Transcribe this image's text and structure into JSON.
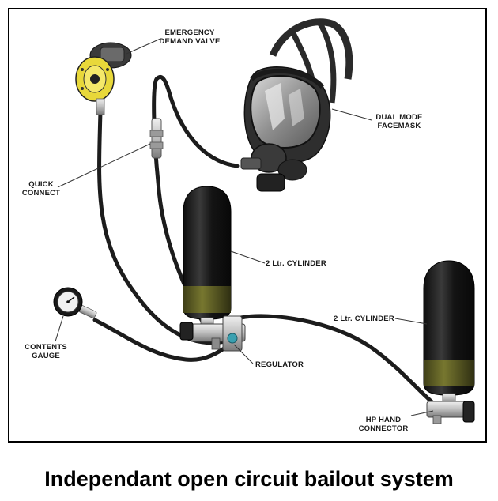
{
  "labels": {
    "emergency_valve_line1": "EMERGENCY",
    "emergency_valve_line2": "DEMAND VALVE",
    "facemask_line1": "DUAL MODE",
    "facemask_line2": "FACEMASK",
    "quick_connect_line1": "QUICK",
    "quick_connect_line2": "CONNECT",
    "cylinder_center": "2 Ltr. CYLINDER",
    "cylinder_right": "2 Ltr. CYLINDER",
    "contents_gauge_line1": "CONTENTS",
    "contents_gauge_line2": "GAUGE",
    "regulator": "REGULATOR",
    "hp_connector_line1": "HP HAND",
    "hp_connector_line2": "CONNECTOR"
  },
  "caption": "Independant open circuit bailout system",
  "colors": {
    "cylinder_body": "#141414",
    "cylinder_band": "#5a5a24",
    "valve_yellow": "#e8d83a",
    "hose": "#1c1c1c",
    "metal": "#c8c8c8"
  }
}
